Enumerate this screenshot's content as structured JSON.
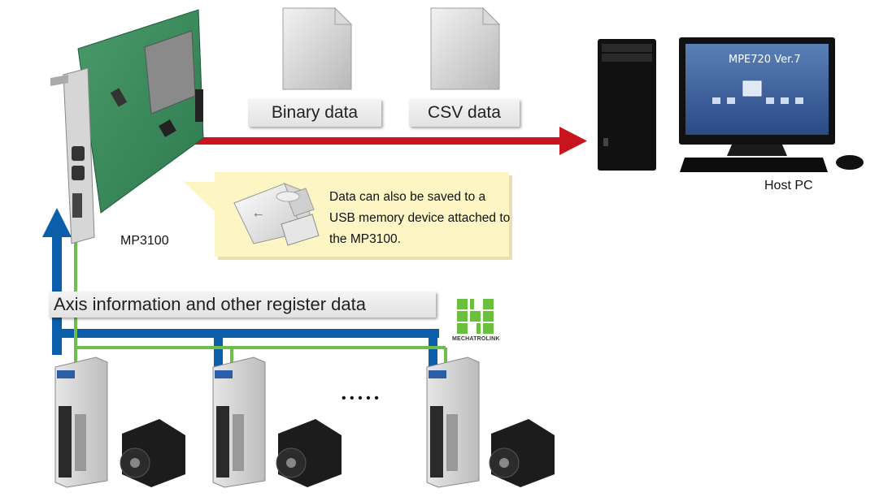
{
  "files": {
    "binary_label": "Binary data",
    "csv_label": "CSV data"
  },
  "controller": {
    "name": "MP3100"
  },
  "host": {
    "label": "Host PC",
    "screen_title": "MPE720 Ver.7"
  },
  "callout": {
    "text": "Data can also be saved to a USB memory device attached to the MP3100."
  },
  "bus": {
    "label": "Axis information and other register data"
  },
  "network": {
    "logo_text": "MECHATROLINK"
  },
  "servos": {
    "ellipsis": "• • • • •"
  },
  "colors": {
    "red_arrow": "#c8141c",
    "blue_bus": "#0a5eaa",
    "green_line": "#6cc04a",
    "callout_bg": "#fdf5c4",
    "logo_green": "#6bbf3e"
  }
}
